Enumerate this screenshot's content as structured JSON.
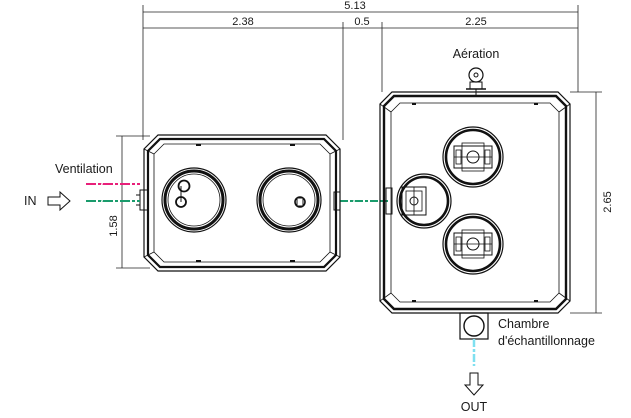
{
  "dimensions": {
    "overall_width": "5.13",
    "left_tank_width": "2.38",
    "gap": "0.5",
    "right_tank_width": "2.25",
    "left_tank_height": "1.58",
    "right_tank_height": "2.65"
  },
  "labels": {
    "inlet": "IN",
    "outlet": "OUT",
    "ventilation": "Ventilation",
    "aeration": "Aération",
    "sampling_chamber_line1": "Chambre",
    "sampling_chamber_line2": "d'échantillonnage"
  },
  "pipe_colors": {
    "ventilation_pipe": "#e8207a",
    "process_pipe": "#1a9b6c",
    "outlet_pipe": "#7fe0f0"
  }
}
